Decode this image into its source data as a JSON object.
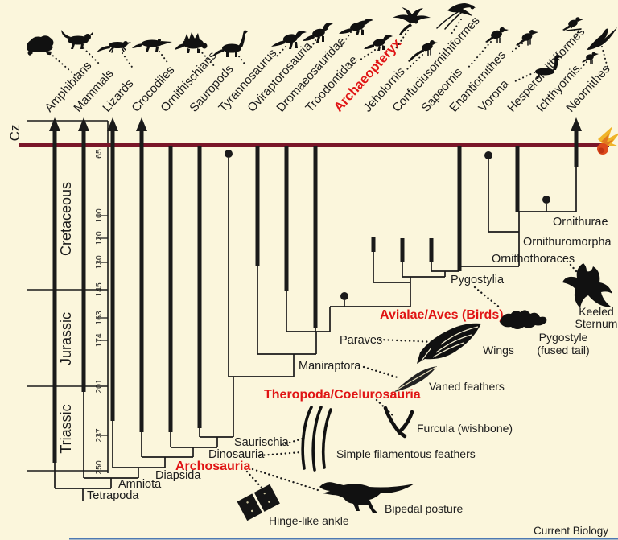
{
  "credit": "Current Biology",
  "timescale": {
    "cz_label": "Cz",
    "eras": [
      {
        "label": "Cretaceous"
      },
      {
        "label": "Jurassic"
      },
      {
        "label": "Triassic"
      }
    ],
    "ticks": [
      "65",
      "100",
      "120",
      "130",
      "145",
      "163",
      "174",
      "201",
      "237",
      "250"
    ]
  },
  "taxa": [
    {
      "label": "Amphibians",
      "extant": true
    },
    {
      "label": "Mammals",
      "extant": true
    },
    {
      "label": "Lizards",
      "extant": true
    },
    {
      "label": "Crocodiles",
      "extant": true
    },
    {
      "label": "Ornithischians",
      "extant": false
    },
    {
      "label": "Sauropods",
      "extant": false
    },
    {
      "label": "Tyrannosaurus",
      "extant": false
    },
    {
      "label": "Oviraptorosauria",
      "extant": false
    },
    {
      "label": "Dromaeosauridae",
      "extant": false
    },
    {
      "label": "Troodontidae",
      "extant": false
    },
    {
      "label": "Archaeopteryx",
      "extant": false,
      "highlight": true
    },
    {
      "label": "Jeholornis",
      "extant": false
    },
    {
      "label": "Confuciusornithiformes",
      "extant": false
    },
    {
      "label": "Sapeornis",
      "extant": false
    },
    {
      "label": "Enantiornithes",
      "extant": false
    },
    {
      "label": "Vorona",
      "extant": false
    },
    {
      "label": "Hesperornithiformes",
      "extant": false
    },
    {
      "label": "Ichthyornis",
      "extant": false
    },
    {
      "label": "Neornithes",
      "extant": true
    }
  ],
  "clades": [
    {
      "label": "Tetrapoda"
    },
    {
      "label": "Amniota"
    },
    {
      "label": "Diapsida"
    },
    {
      "label": "Archosauria",
      "highlight": true
    },
    {
      "label": "Dinosauria"
    },
    {
      "label": "Saurischia"
    },
    {
      "label": "Theropoda/Coelurosauria",
      "highlight": true
    },
    {
      "label": "Maniraptora"
    },
    {
      "label": "Paraves"
    },
    {
      "label": "Avialae/Aves (Birds)",
      "highlight": true
    },
    {
      "label": "Pygostylia"
    },
    {
      "label": "Ornithothoraces"
    },
    {
      "label": "Ornithuromorpha"
    },
    {
      "label": "Ornithurae"
    }
  ],
  "features": [
    {
      "label": "Hinge-like ankle"
    },
    {
      "label": "Bipedal posture"
    },
    {
      "label": "Simple filamentous feathers"
    },
    {
      "label": "Furcula (wishbone)"
    },
    {
      "label": "Vaned feathers"
    },
    {
      "label": "Wings"
    },
    {
      "label": "Pygostyle",
      "label2": "(fused tail)"
    },
    {
      "label": "Keeled",
      "label2": "Sternum"
    }
  ],
  "colors": {
    "background": "#fbf6dc",
    "kpg_boundary_line": "#7a1629",
    "highlight_red": "#e01414",
    "tree_line": "#1a1a1a",
    "comet_core": "#dd4a1c",
    "comet_flame": "#f0b428",
    "footer_line": "#4d79b3"
  }
}
